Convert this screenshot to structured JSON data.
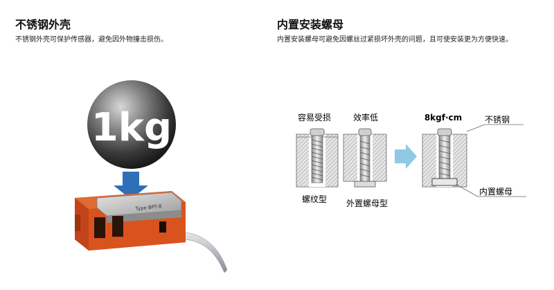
{
  "left": {
    "title": "不锈钢外壳",
    "description": "不锈钢外壳可保护传感器，避免因外物撞击损伤。",
    "ball_label": "1kg",
    "sensor_label": "Type BPT-8"
  },
  "right": {
    "title": "内置安装螺母",
    "description": "内置安装螺母可避免因螺丝过紧损坏外壳的问题，且可使安装更为方便快速。",
    "label_easy_damage": "容易受损",
    "label_low_efficiency": "效率低",
    "label_screw_type": "螺纹型",
    "label_external_nut": "外置螺母型",
    "label_torque": "8kgf·cm",
    "label_stainless": "不锈钢",
    "label_internal_nut": "内置螺母"
  },
  "colors": {
    "arrow_blue": "#2f6fb8",
    "light_arrow": "#8fc9e6",
    "sensor_orange": "#d9531e",
    "metal": "#b5b5b5"
  }
}
